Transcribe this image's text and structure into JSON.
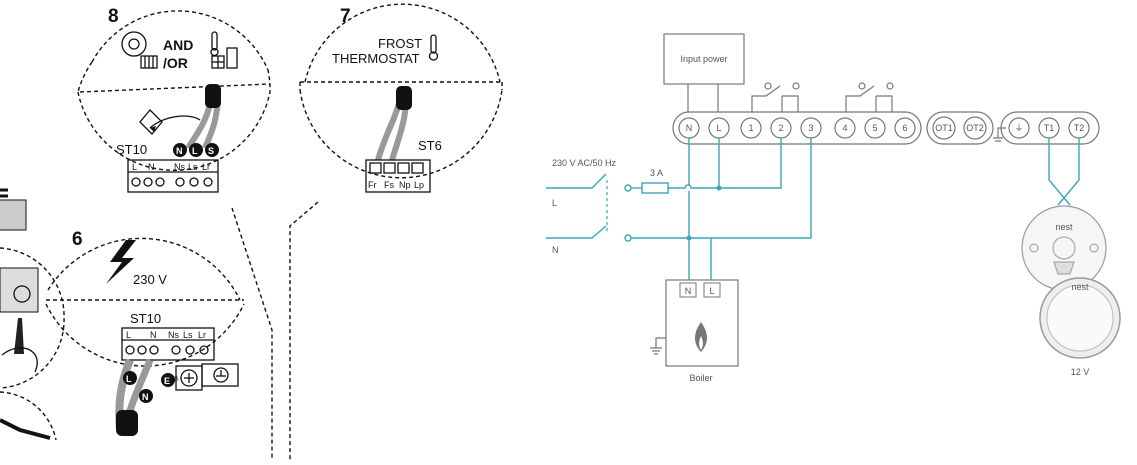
{
  "left_panel": {
    "step8": {
      "number": "8",
      "and_or": "AND\n/OR",
      "module": "ST10",
      "terminals": [
        "L",
        "N",
        "Ns",
        "Ls",
        "Lr"
      ],
      "wire_badges": [
        "N",
        "L",
        "S"
      ]
    },
    "step7": {
      "number": "7",
      "title": "FROST\nTHERMOSTAT",
      "module": "ST6",
      "terminals": [
        "Fr",
        "Fs",
        "Np",
        "Lp"
      ]
    },
    "step6": {
      "number": "6",
      "voltage": "230 V",
      "module": "ST10",
      "terminals": [
        "L",
        "N",
        "Ns",
        "Ls",
        "Lr"
      ],
      "wire_badges": [
        "L",
        "N",
        "E"
      ]
    }
  },
  "right_panel": {
    "input_power_label": "Input power",
    "mains_label": "230 V AC/50 Hz",
    "fuse_label": "3 A",
    "line_labels": [
      "L",
      "N"
    ],
    "heat_link_terminals": [
      "N",
      "L",
      "1",
      "2",
      "3",
      "4",
      "5",
      "6"
    ],
    "opentherm_terminals": [
      "OT1",
      "OT2"
    ],
    "thermostat_terminals": [
      "⏚",
      "T1",
      "T2"
    ],
    "boiler_terminals": [
      "N",
      "L"
    ],
    "boiler_label": "Boiler",
    "thermostat_label": "12 V",
    "thermostat_brand": "nest",
    "wire_color": "#3aa6b9"
  }
}
